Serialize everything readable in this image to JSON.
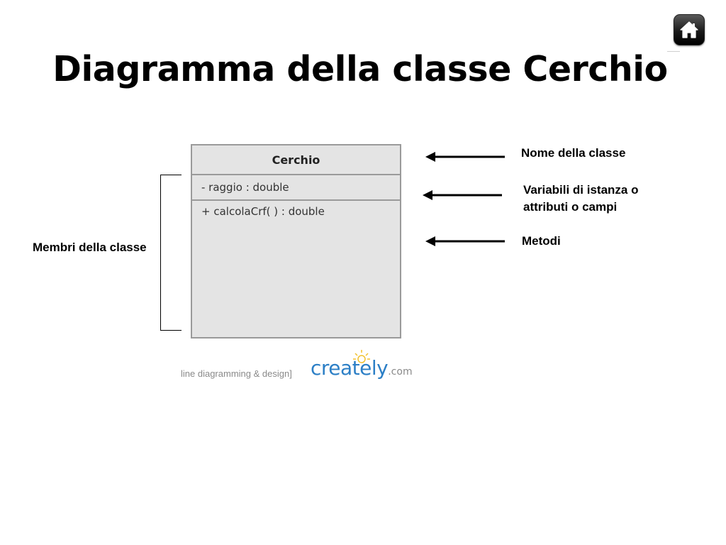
{
  "slide": {
    "title": "Diagramma della classe Cerchio"
  },
  "home_button": {
    "icon": "home-icon"
  },
  "uml_class": {
    "name": "Cerchio",
    "attributes": [
      "- raggio : double"
    ],
    "methods": [
      "+ calcolaCrf( ) : double"
    ]
  },
  "annotations": {
    "members": "Membri della classe",
    "class_name": "Nome della classe",
    "variables_line1": "Variabili di istanza o",
    "variables_line2": "attributi o campi",
    "methods": "Metodi"
  },
  "watermark": {
    "tagline": "line diagramming & design]",
    "logo_main": "creately",
    "logo_suffix": ".com"
  },
  "colors": {
    "class_fill": "#e4e4e4",
    "class_border": "#9a9a9a",
    "logo_blue": "#2c7fc6",
    "bulb_yellow": "#f2c12e"
  }
}
